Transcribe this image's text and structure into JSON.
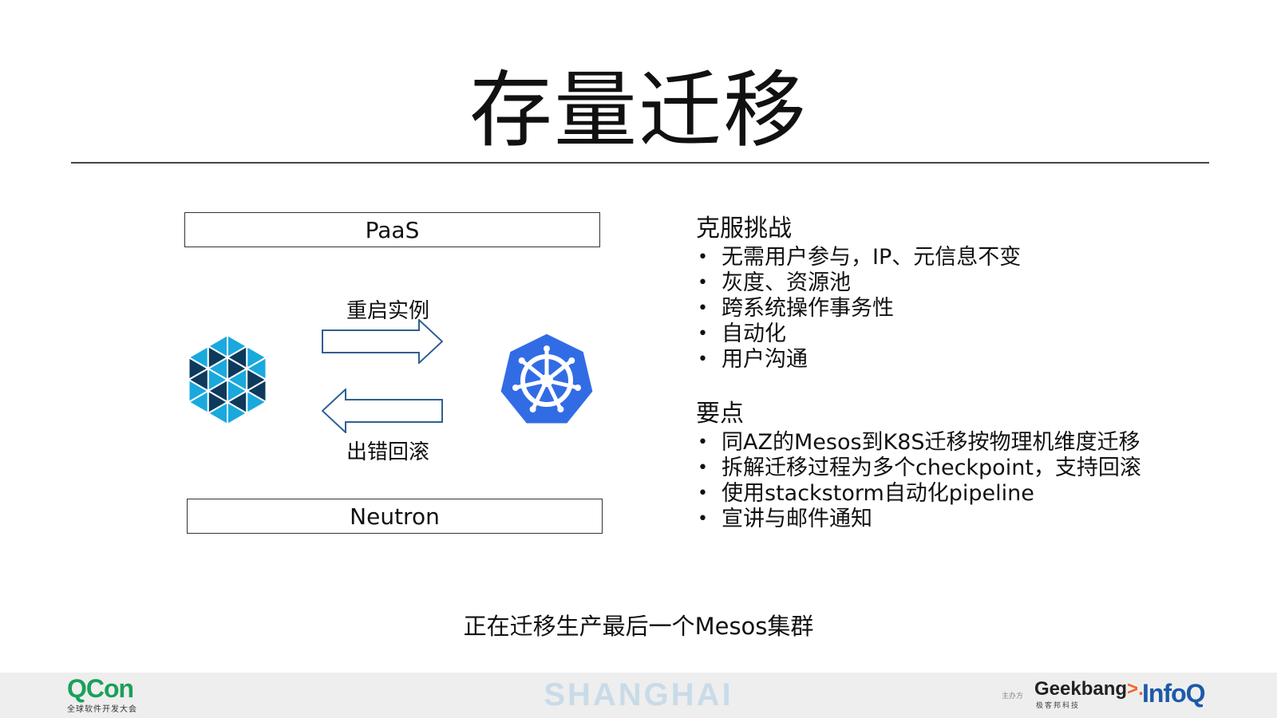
{
  "slide": {
    "title": "存量迁移"
  },
  "diagram": {
    "top_box": "PaaS",
    "bottom_box": "Neutron",
    "forward_label": "重启实例",
    "backward_label": "出错回滚"
  },
  "challenges": {
    "heading": "克服挑战",
    "items": [
      "无需用户参与，IP、元信息不变",
      "灰度、资源池",
      "跨系统操作事务性",
      "自动化",
      "用户沟通"
    ]
  },
  "key_points": {
    "heading": "要点",
    "items": [
      "同AZ的Mesos到K8S迁移按物理机维度迁移",
      "拆解迁移过程为多个checkpoint，支持回滚",
      "使用stackstorm自动化pipeline",
      "宣讲与邮件通知"
    ]
  },
  "footnote": "正在迁移生产最后一个Mesos集群",
  "footer": {
    "left_brand": "QCon",
    "left_brand_sub": "全球软件开发大会",
    "city": "SHANGHAI",
    "organizer_label": "主办方",
    "geek_prefix": "Geek",
    "geek_suffix": "bang",
    "geek_mark": ">.",
    "geek_sub": "极客邦科技",
    "right_brand": "InfoQ"
  },
  "colors": {
    "mesos_light": "#19a9dd",
    "mesos_dark": "#0d3a5c",
    "k8s_blue": "#326ce5",
    "arrow_stroke": "#2f5f93",
    "qcon_green": "#1aa05a",
    "infoq_blue": "#1c5aa8",
    "city_text": "#c9dbe8"
  },
  "icons": {
    "mesos": "mesos-logo-icon",
    "kubernetes": "kubernetes-logo-icon",
    "arrow_right": "arrow-right-icon",
    "arrow_left": "arrow-left-icon"
  }
}
